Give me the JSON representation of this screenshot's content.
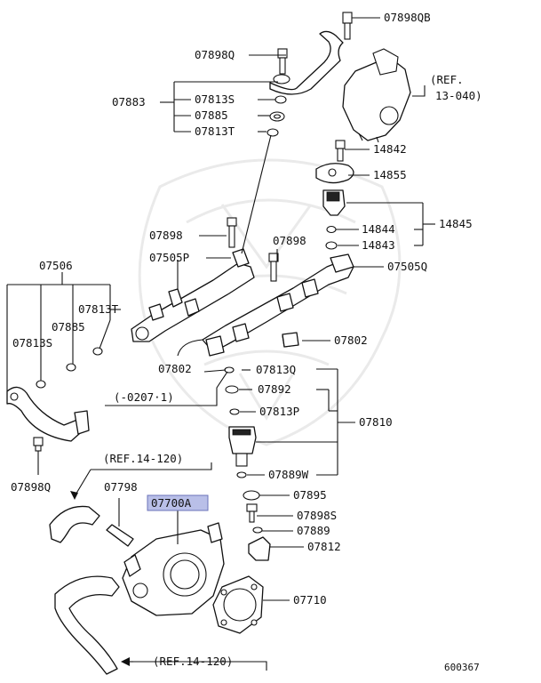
{
  "labels": {
    "p07898QB": "07898QB",
    "p07898Q_top": "07898Q",
    "p07883": "07883",
    "p07813S_top": "07813S",
    "p07885_top": "07885",
    "p07813T_top": "07813T",
    "ref_13_040_a": "(REF.",
    "ref_13_040_b": "13-040)",
    "p14842": "14842",
    "p14855": "14855",
    "p14844": "14844",
    "p14845": "14845",
    "p14843": "14843",
    "p07898": "07898",
    "p07898_r": "07898",
    "p07505P": "07505P",
    "p07505Q": "07505Q",
    "p07506": "07506",
    "p07813T_left": "07813T",
    "p07885_left": "07885",
    "p07813S_left": "07813S",
    "p07802_r": "07802",
    "p07802_l": "07802",
    "p07813Q": "07813Q",
    "date_range": "(-0207·1)",
    "p07892": "07892",
    "p07813P": "07813P",
    "p07810": "07810",
    "p07889W": "07889W",
    "ref_14_120_top": "(REF.14-120)",
    "p07898Q_bot": "07898Q",
    "p07798": "07798",
    "p07700A": "07700A",
    "p07895": "07895",
    "p07898S": "07898S",
    "p07889": "07889",
    "p07812": "07812",
    "p07710": "07710",
    "ref_14_120_bot": "(REF.14-120)",
    "diagram_code": "600367"
  },
  "colors": {
    "highlight_fill": "#b9bfe8",
    "highlight_stroke": "#6b73b8",
    "ink": "#111111"
  }
}
